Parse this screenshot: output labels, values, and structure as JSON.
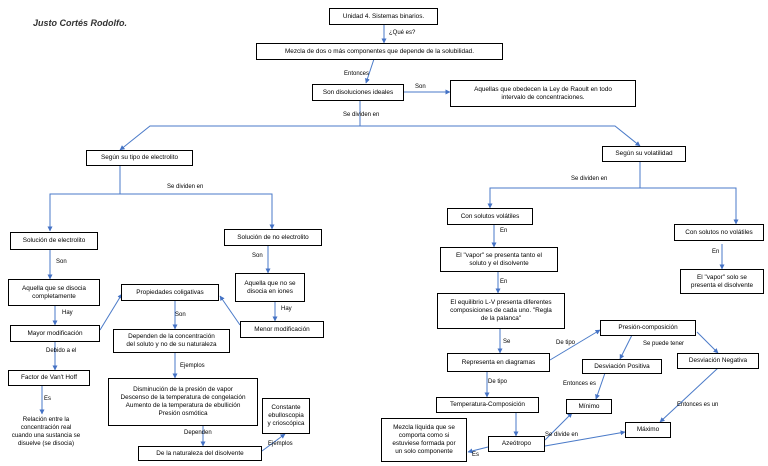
{
  "author": "Justo Cortés Rodolfo.",
  "nodes": {
    "unidad": "Unidad 4. Sistemas binarios.",
    "mezcla": "Mezcla de dos o más componentes que depende de la solubilidad.",
    "ideales": "Son disoluciones ideales",
    "raoult": "Aquellas que obedecen la Ley de Raoult en todo\nintervalo de concentraciones.",
    "electrolito": "Según su tipo de electrolito",
    "volatilidad": "Según su volatilidad",
    "sol_electrolito": "Solución de electrolito",
    "sol_no_electrolito": "Solución de no electrolito",
    "disocia": "Aquella que se disocia\ncompletamente",
    "no_disocia": "Aquella que no se\ndisocia en iones",
    "mayor_mod": "Mayor modificación",
    "menor_mod": "Menor modificación",
    "vant_hoff": "Factor de Van't Hoff",
    "relacion": "Relación entre la\nconcentración real\ncuando una sustancia se\ndisuelve (se disocia)",
    "coligativas": "Propiedades coligativas",
    "dependen": "Dependen de la concentración\ndel soluto y no de su naturaleza",
    "ejemplos_lista": "Disminución de la presión de vapor\nDescenso de la temperatura de congelación\nAumento de la temperatura de ebullición\nPresión osmótica",
    "naturaleza": "De la naturaleza del disolvente",
    "constante": "Constante\nebulloscopia\ny crioscópica",
    "volatiles": "Con solutos volátiles",
    "no_volatiles": "Con solutos no volátiles",
    "vapor_ambos": "El \"vapor\" se presenta tanto el\nsoluto y el disolvente",
    "vapor_disolvente": "El \"vapor\" solo se\npresenta el disolvente",
    "equilibrio": "El equilibrio L-V presenta diferentes\ncomposiciones de cada uno. \"Regla\nde la palanca\"",
    "diagramas": "Representa en diagramas",
    "presion_comp": "Presión-composición",
    "temp_comp": "Temperatura-Composición",
    "desv_pos": "Desviación Positiva",
    "desv_neg": "Desviación Negativa",
    "minimo": "Mínimo",
    "maximo": "Máximo",
    "azeotropo": "Azeótropo",
    "mezcla_liquida": "Mezcla líquida que se\ncomporta como si\nestuviese formada por\nun solo componente"
  },
  "links": {
    "que_es": "¿Qué es?",
    "entonces": "Entonces",
    "son_raoult": "Son",
    "se_dividen_en_1": "Se dividen en",
    "se_dividen_en_2": "Se dividen en",
    "se_dividen_en_3": "Se dividen en",
    "son_el": "Son",
    "son_noel": "Son",
    "hay_1": "Hay",
    "hay_2": "Hay",
    "debido_a_el": "Debido a el",
    "es_1": "Es",
    "son_col": "Son",
    "ejemplos_1": "Ejemplos",
    "dependen_lbl": "Dependen",
    "ejemplos_2": "Ejemplos",
    "en_1": "En",
    "en_2": "En",
    "en_3": "En",
    "se_lbl": "Se",
    "de_tipo_1": "De tipo",
    "de_tipo_2": "De tipo",
    "se_puede_tener": "Se puede tener",
    "entonces_es_1": "Entonces es",
    "entonces_es_un": "Entonces es un",
    "se_divide_en": "Se divide en",
    "es_2": "Es"
  }
}
